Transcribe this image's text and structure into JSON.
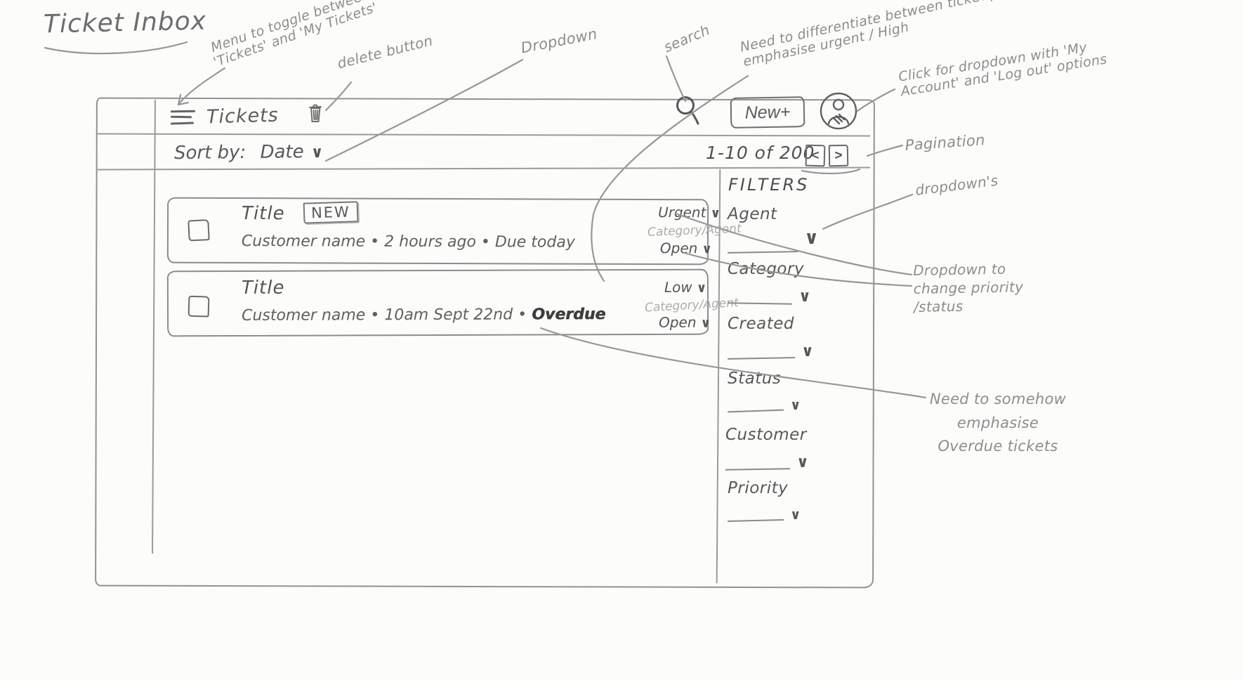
{
  "title": "Ticket Inbox",
  "topbar": {
    "nav_label": "Tickets",
    "new_button_label": "New+"
  },
  "toolbar": {
    "sort_label": "Sort by:",
    "sort_value": "Date",
    "pagination_text": "1-10 of 200",
    "prev_label": "<",
    "next_label": ">"
  },
  "tickets": [
    {
      "title": "Title",
      "badge": "NEW",
      "customer": "Customer name",
      "time": "2 hours ago",
      "due": "Due today",
      "priority": "Urgent",
      "category_agent": "Category/Agent",
      "status": "Open"
    },
    {
      "title": "Title",
      "customer": "Customer name",
      "time": "10am Sept 22nd",
      "due": "Overdue",
      "priority": "Low",
      "category_agent": "Category/Agent",
      "status": "Open"
    }
  ],
  "filters": {
    "heading": "FILTERS",
    "items": [
      "Agent",
      "Category",
      "Created",
      "Status",
      "Customer",
      "Priority"
    ]
  },
  "icons": {
    "chevron_down": "∨",
    "bullet": "•",
    "hamburger": "≡",
    "search": "magnifier",
    "trash": "trash-can",
    "avatar": "person"
  },
  "annotations": {
    "menu_toggle": "Menu to toggle between 'Tickets' and 'My Tickets'",
    "delete_button": "delete button",
    "sort_dropdown": "Dropdown",
    "search": "search",
    "priority_note": "Need to differentiate between ticket priority + emphasise urgent / High",
    "account_menu": "Click for dropdown with 'My Account' and 'Log out' options",
    "pagination": "Pagination",
    "filter_dropdowns": "dropdown's",
    "change_priority": "Dropdown to change priority /status",
    "overdue_note": "Need to somehow emphasise Overdue tickets"
  },
  "colors": {
    "pencil": "#8d8d8d",
    "ink": "#5a5a5a",
    "faint": "#acacac"
  }
}
